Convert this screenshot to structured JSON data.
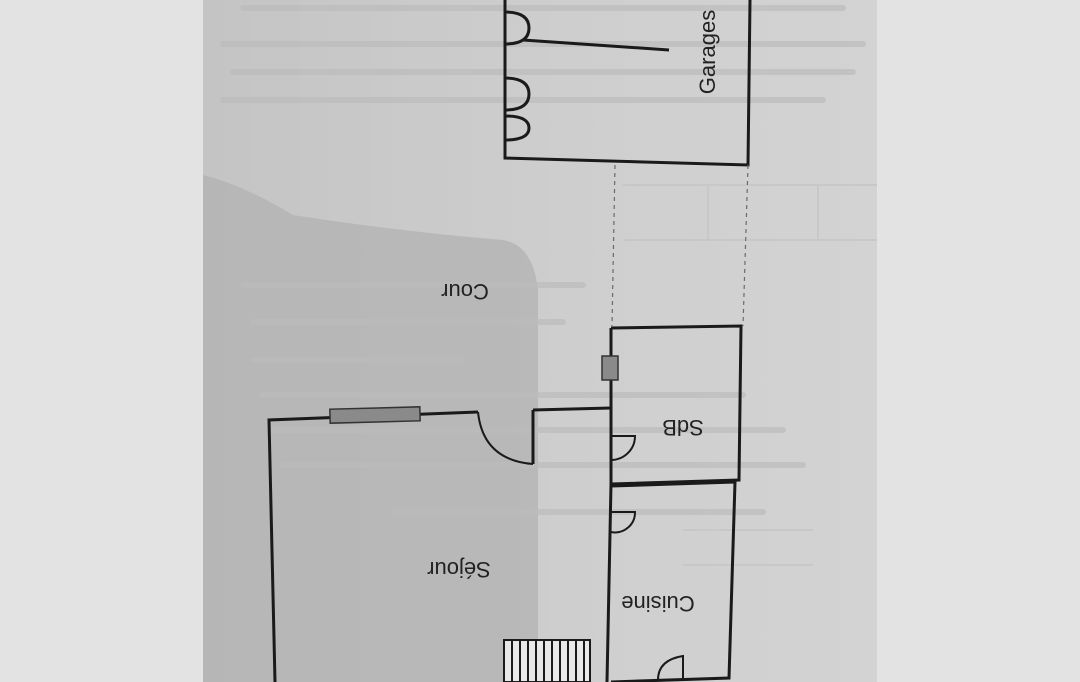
{
  "plan": {
    "rooms": {
      "garages": "Garages",
      "cour": "Cour",
      "sdb": "SdB",
      "sejour": "Séjour",
      "cuisine": "Cuisine"
    }
  },
  "colors": {
    "wall": "#1a1a1a",
    "paper": "#cdcdcd",
    "shadow": "#b4b4b4",
    "window": "#8a8a8a"
  },
  "icons": [
    "stairs-icon",
    "door-swing-icon",
    "window-icon"
  ]
}
